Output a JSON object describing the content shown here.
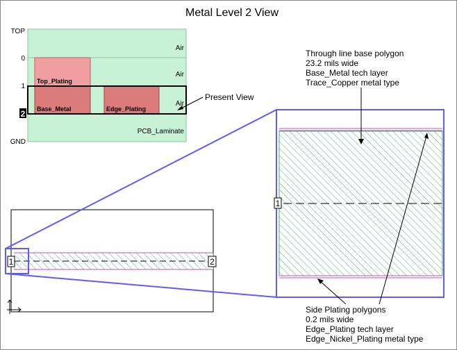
{
  "title": "Metal Level 2 View",
  "stack": {
    "levels": [
      "TOP",
      "0",
      "1",
      "2",
      "GND"
    ],
    "layer_labels": [
      "Air",
      "Air",
      "Air",
      "PCB_Laminate"
    ],
    "plating_labels": [
      "Top_Plating",
      "Base_Metal",
      "Edge_Plating"
    ]
  },
  "present_view_label": "Present View",
  "ports": [
    "1",
    "2"
  ],
  "annotation_top": [
    "Through line base polygon",
    "23.2 mils wide",
    "Base_Metal tech layer",
    "Trace_Copper metal type"
  ],
  "annotation_bottom": [
    "Side Plating polygons",
    "0.2 mils wide",
    "Edge_Plating tech layer",
    "Edge_Nickel_Plating metal type"
  ],
  "colors": {
    "air": "#c8f2d6",
    "metal": "#db7b7b",
    "top_plating": "#f0a0a0",
    "zoom_border": "#5b5bff",
    "hatch": "#4bb36b",
    "plating_line": "#c04fc0"
  }
}
